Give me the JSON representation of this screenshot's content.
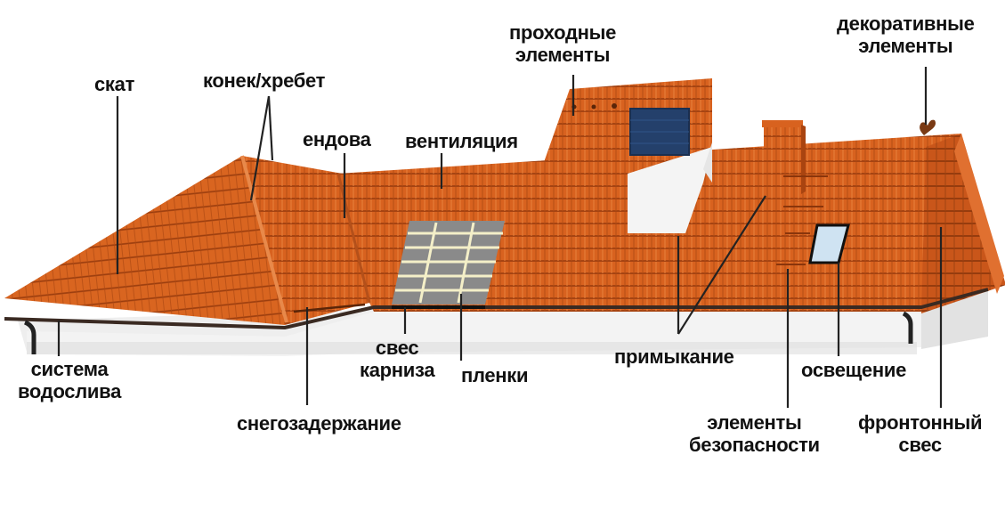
{
  "diagram": {
    "title": "",
    "colors": {
      "tile": "#d8621f",
      "tile_dark": "#a94410",
      "tile_line": "#9a3d0e",
      "wall": "#f1f1f1",
      "wall_shadow": "#dcdcdc",
      "solar_panel": "#24406b",
      "film": "#8a8a8a",
      "film_grid": "#f4efc8",
      "skylight": "#cfe3f2",
      "leader_line": "#222222"
    },
    "labels": {
      "skat": "скат",
      "konek": "конек/хребет",
      "endova": "ендова",
      "ventilation": "вентиляция",
      "passthrough_1": "проходные",
      "passthrough_2": "элементы",
      "decorative_1": "декоративные",
      "decorative_2": "элементы",
      "drainage_1": "система",
      "drainage_2": "водослива",
      "snow_guard": "снегозадержание",
      "eave_1": "свес",
      "eave_2": "карниза",
      "film": "пленки",
      "abutment": "примыкание",
      "lighting": "освещение",
      "safety_1": "элементы",
      "safety_2": "безопасности",
      "gable_1": "фронтонный",
      "gable_2": "свес"
    }
  }
}
